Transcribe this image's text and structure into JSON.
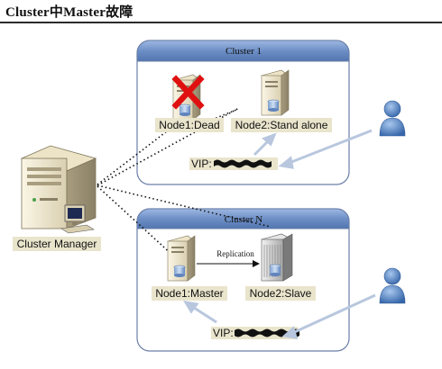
{
  "title": "Cluster中Master故障",
  "cluster1": {
    "label": "Cluster 1",
    "node1": "Node1:Dead",
    "node2": "Node2:Stand alone",
    "vip": "VIP:"
  },
  "clusterN": {
    "label": "Cluster N",
    "node1": "Node1:Master",
    "node2": "Node2:Slave",
    "replication": "Replication",
    "vip": "VIP:"
  },
  "manager": {
    "label": "Cluster Manager"
  },
  "colors": {
    "cluster_header": "#6d8fc6",
    "cluster_border": "#6a7fa8",
    "label_bg": "#e9e4cc",
    "arrow": "#b8c7de",
    "dead_x": "#e01010",
    "user": "#3f73b8"
  }
}
